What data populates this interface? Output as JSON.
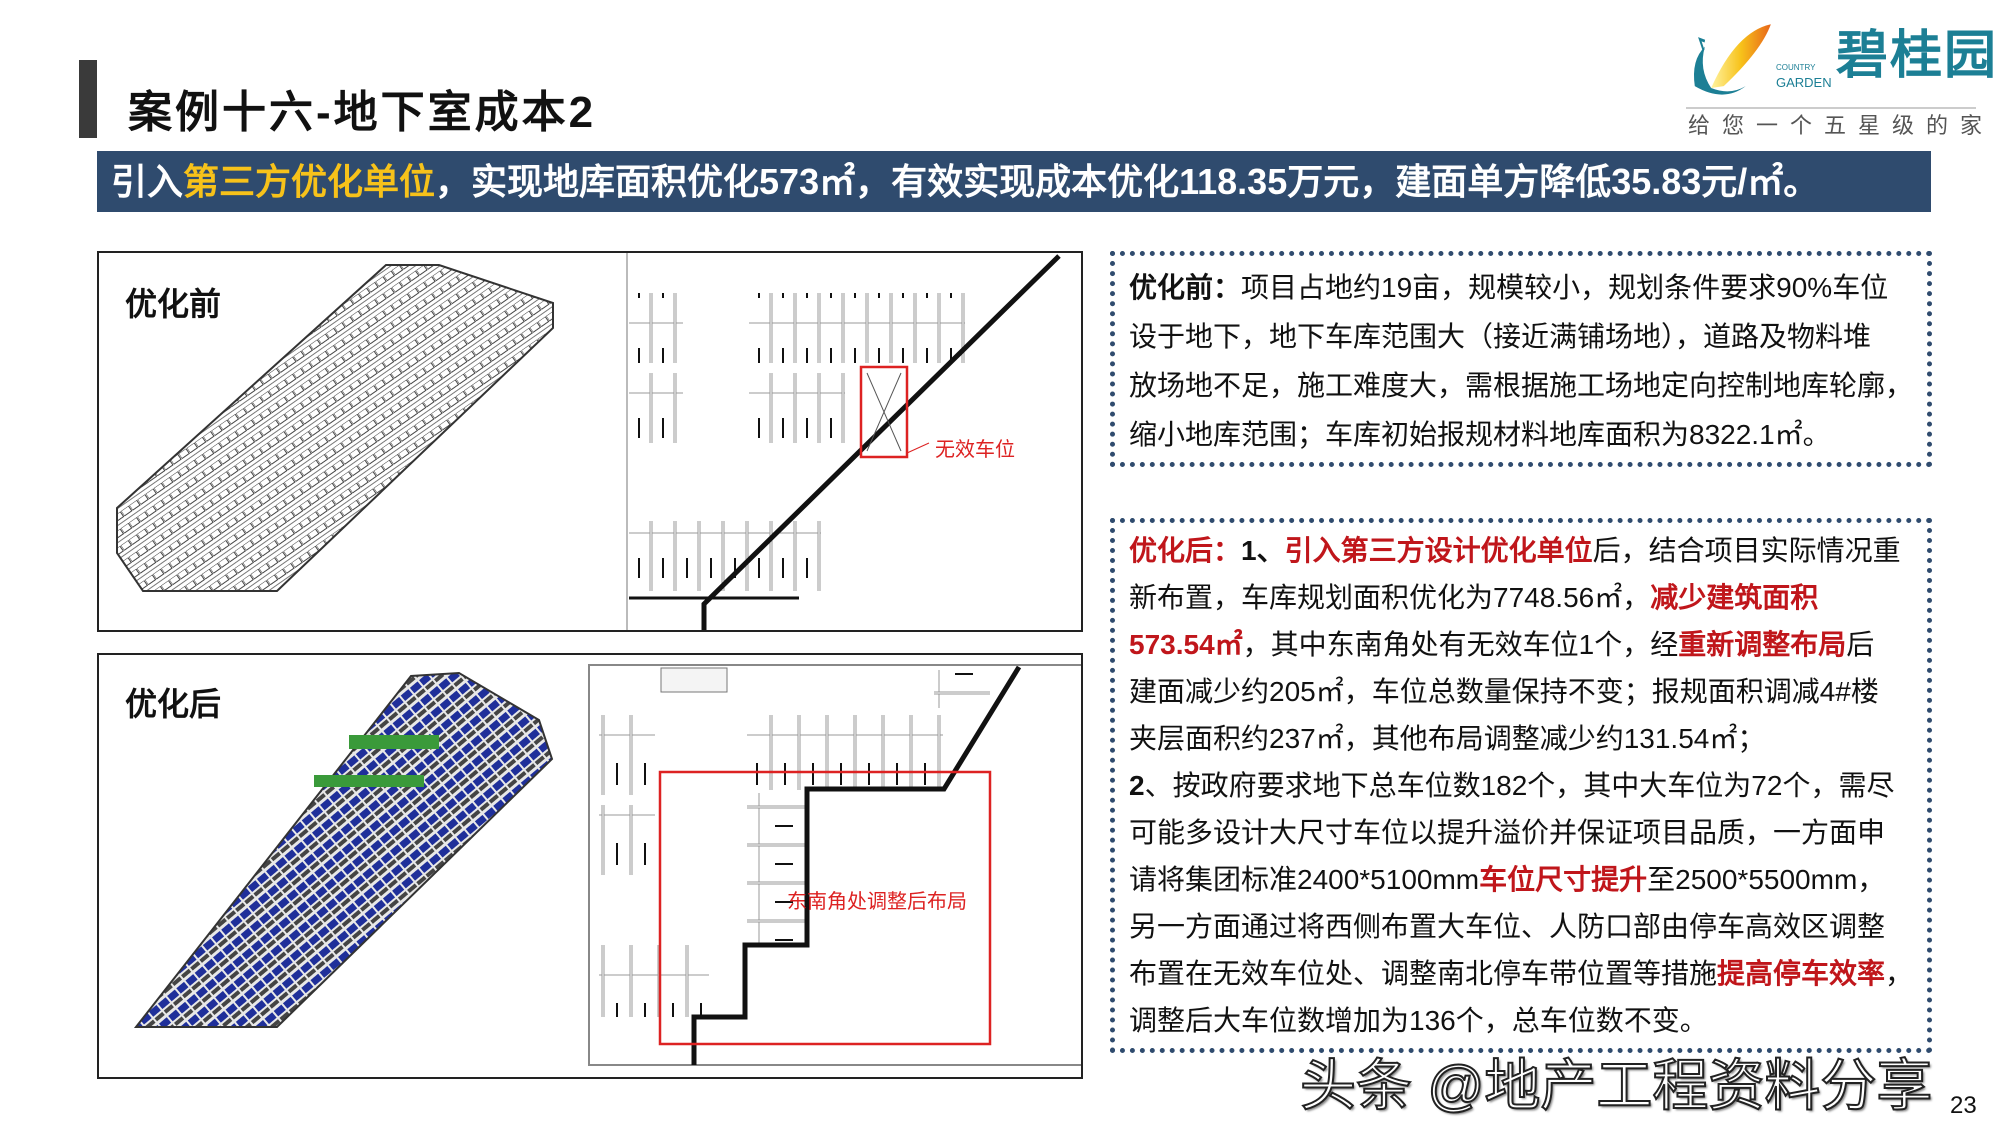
{
  "header": {
    "title": "案例十六-地下室成本2",
    "logo": {
      "brand": "碧桂园",
      "english_1": "COUNTRY",
      "english_2": "GARDEN",
      "slogan": "给您一个五星级的家",
      "colors": {
        "teal": "#1c7f95",
        "orange": "#f08a1c",
        "yellow": "#f7c21a"
      }
    }
  },
  "banner": {
    "prefix": "引入",
    "highlight": "第三方优化单位",
    "suffix": "，实现地库面积优化573㎡，有效实现成本优化118.35万元，建面单方降低35.83元/㎡。",
    "background": "#2f4b6e",
    "highlight_color": "#f7c21a"
  },
  "panels": {
    "before": {
      "label": "优化前",
      "annotation": "无效车位"
    },
    "after": {
      "label": "优化后",
      "annotation": "东南角处调整后布局"
    }
  },
  "before_text": {
    "lines": [
      [
        {
          "t": "优化前：",
          "s": "b"
        },
        {
          "t": "项目占地约19亩，规模较小，规划条件要求90%车位"
        }
      ],
      [
        {
          "t": "设于地下，地下车库范围大（接近满铺场地），道路及物料堆"
        }
      ],
      [
        {
          "t": "放场地不足，施工难度大，需根据施工场地定向控制地库轮廓，"
        }
      ],
      [
        {
          "t": "缩小地库范围；车库初始报规材料地库面积为8322.1㎡。"
        }
      ]
    ]
  },
  "after_text": {
    "lines": [
      [
        {
          "t": "优化后：",
          "s": "red"
        },
        {
          "t": "1、",
          "s": "b"
        },
        {
          "t": "引入第三方设计优化单位",
          "s": "red"
        },
        {
          "t": "后，结合项目实际情况重"
        }
      ],
      [
        {
          "t": "新布置，车库规划面积优化为7748.56㎡，"
        },
        {
          "t": "减少建筑面积",
          "s": "red"
        }
      ],
      [
        {
          "t": "573.54㎡",
          "s": "red"
        },
        {
          "t": "，其中东南角处有无效车位1个，经"
        },
        {
          "t": "重新调整布局",
          "s": "red"
        },
        {
          "t": "后"
        }
      ],
      [
        {
          "t": "建面减少约205㎡，车位总数量保持不变；报规面积调减4#楼"
        }
      ],
      [
        {
          "t": "夹层面积约237㎡，其他布局调整减少约131.54㎡；"
        }
      ],
      [
        {
          "t": "2",
          "s": "b"
        },
        {
          "t": "、按政府要求地下总车位数182个，其中大车位为72个，需尽"
        }
      ],
      [
        {
          "t": "可能多设计大尺寸车位以提升溢价并保证项目品质，一方面申"
        }
      ],
      [
        {
          "t": "请将集团标准2400*5100mm"
        },
        {
          "t": "车位尺寸提升",
          "s": "red"
        },
        {
          "t": "至2500*5500mm，"
        }
      ],
      [
        {
          "t": "另一方面通过将西侧布置大车位、人防口部由停车高效区调整"
        }
      ],
      [
        {
          "t": "布置在无效车位处、调整南北停车带位置等措施"
        },
        {
          "t": "提高停车效率",
          "s": "red"
        },
        {
          "t": "，"
        }
      ],
      [
        {
          "t": "调整后大车位数增加为136个，总车位数不变。"
        }
      ]
    ]
  },
  "footer": {
    "watermark": "头条 @地产工程资料分享",
    "page_number": "23"
  },
  "colors": {
    "accent_red": "#c0161b",
    "frame_blue": "#2f4b6e",
    "stall_blue": "#1f2f9a"
  }
}
